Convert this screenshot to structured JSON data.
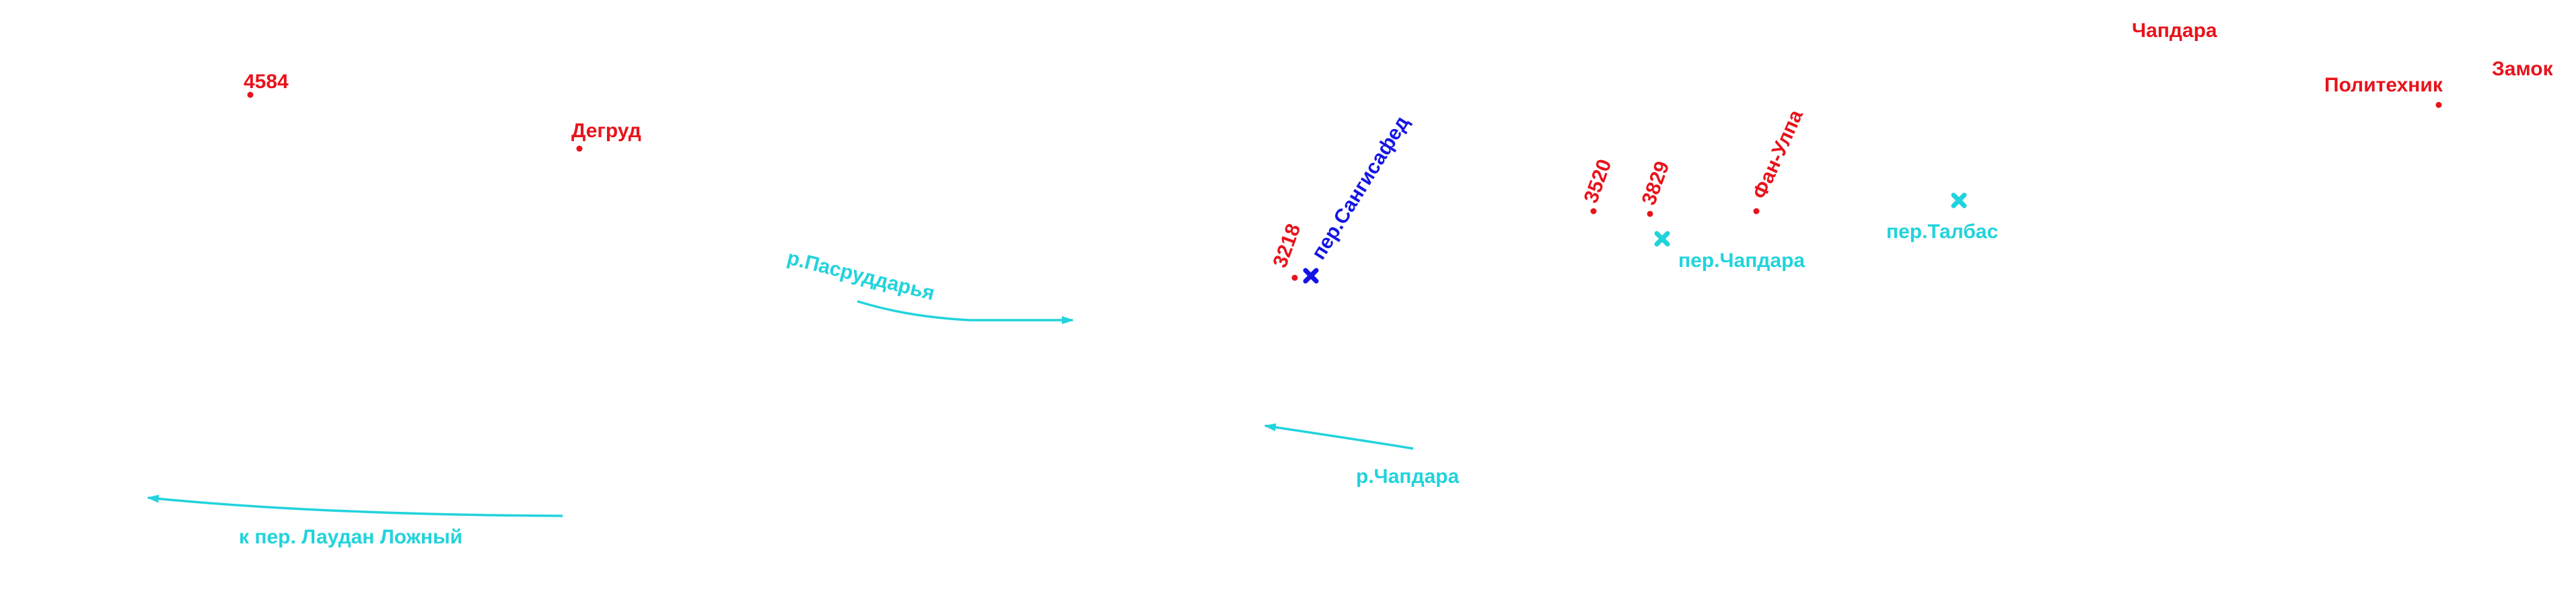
{
  "colors": {
    "summit": "#e8131b",
    "pass_main": "#1414e6",
    "water": "#22d3dc",
    "background": "#ffffff"
  },
  "summits": [
    {
      "label": "4584",
      "icon": "summit-dot-icon"
    },
    {
      "label": "Дегруд",
      "icon": "summit-dot-icon"
    },
    {
      "label": "3218",
      "icon": "summit-dot-icon"
    },
    {
      "label": "3520",
      "icon": "summit-dot-icon"
    },
    {
      "label": "3829",
      "icon": "summit-dot-icon"
    },
    {
      "label": "Фан-Улпа",
      "icon": "summit-dot-icon"
    },
    {
      "label": "Чапдара",
      "icon": null
    },
    {
      "label": "Политехник",
      "icon": "summit-dot-icon"
    },
    {
      "label": "Замок",
      "icon": null
    }
  ],
  "passes": [
    {
      "label": "пер.Сангисафед",
      "icon": "pass-cross-icon",
      "color": "#1414e6"
    },
    {
      "label": "пер.Чапдара",
      "icon": "pass-cross-icon",
      "color": "#22d3dc"
    },
    {
      "label": "пер.Талбас",
      "icon": "pass-cross-icon",
      "color": "#22d3dc"
    }
  ],
  "rivers": [
    {
      "label": "р.Пасруддарья",
      "icon": "flow-arrow-icon"
    },
    {
      "label": "р.Чапдара",
      "icon": "flow-arrow-icon"
    }
  ],
  "directions": [
    {
      "label": "к пер. Лаудан Ложный",
      "icon": "direction-arrow-icon"
    }
  ]
}
